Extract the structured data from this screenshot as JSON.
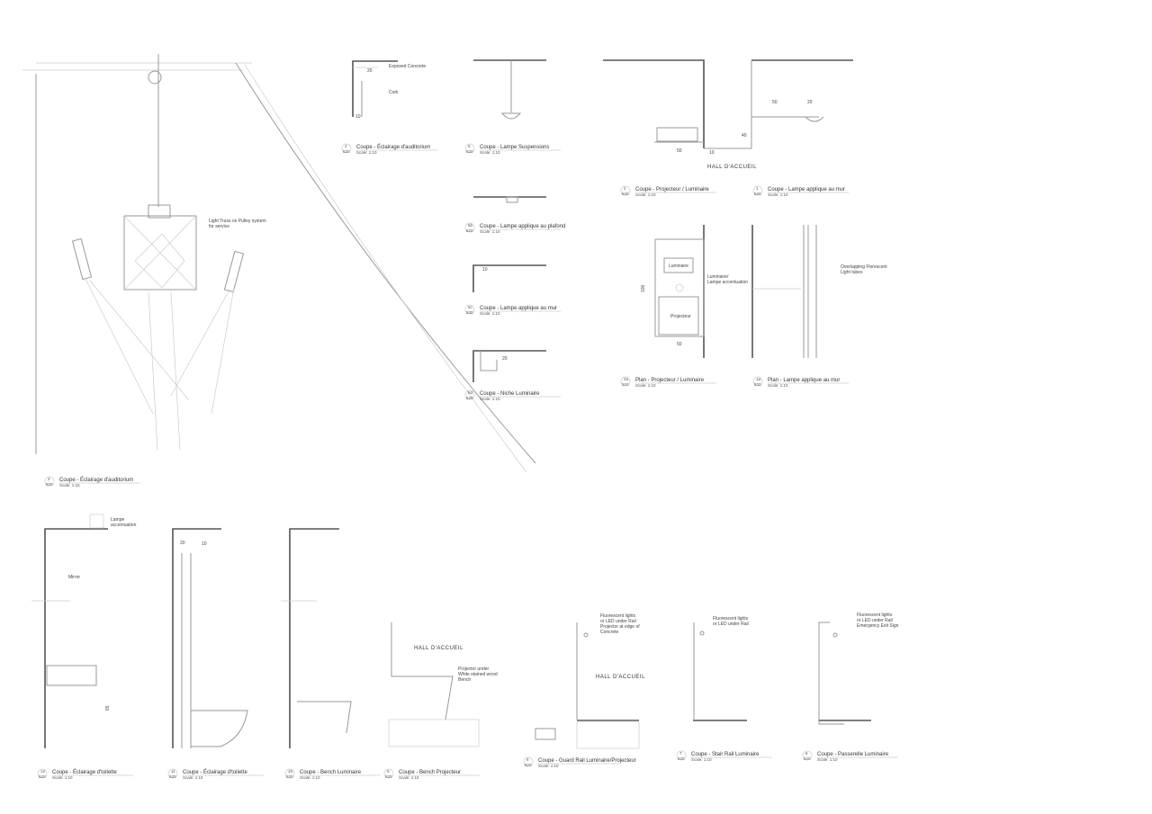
{
  "sheet_number": "520",
  "scale_label": "Scale: 1:10",
  "title_blocks": [
    {
      "num": "3",
      "title": "Coupe - Éclairage d'auditorium"
    },
    {
      "num": "4",
      "title": "Coupe - Éclairage d'auditorium"
    },
    {
      "num": "5",
      "title": "Coupe - Lampe Suspensions"
    },
    {
      "num": "5b",
      "title": "Coupe - Lampe applique au plafond"
    },
    {
      "num": "5c",
      "title": "Coupe - Lampe applique au mur"
    },
    {
      "num": "5d",
      "title": "Coupe - Niche Luminaire"
    },
    {
      "num": "2",
      "title": "Coupe - Projecteur / Luminaire"
    },
    {
      "num": "1",
      "title": "Coupe - Lampe applique au mur"
    },
    {
      "num": "2a",
      "title": "Plan - Projecteur / Luminaire"
    },
    {
      "num": "1a",
      "title": "Plan - Lampe applique au mur"
    },
    {
      "num": "12",
      "title": "Coupe - Éclairage d'toilette"
    },
    {
      "num": "11",
      "title": "Coupe - Éclairage d'toilette"
    },
    {
      "num": "10",
      "title": "Coupe - Bench Luminaire"
    },
    {
      "num": "9",
      "title": "Coupe - Bench Projecteur"
    },
    {
      "num": "8",
      "title": "Coupe - Guard Rail Luminaire/Projecteur"
    },
    {
      "num": "7",
      "title": "Coupe - Stair Rail Luminaire"
    },
    {
      "num": "6",
      "title": "Coupe - Passerelle Luminaire"
    }
  ],
  "annotations": {
    "truss": [
      "Light Truss on Pulley system",
      "for service"
    ],
    "exposed_concrete": "Exposed Concrete",
    "cork": "Cork",
    "hall1": "HALL  D'ACCUEIL",
    "hall2": "HALL  D'ACCUEIL",
    "hall3": "HALL  D'ACCUEIL",
    "luminaire": "Luminaire",
    "projecteur": "Projecteur",
    "lum_accent": [
      "Luminaire/",
      "Lampe accentuation"
    ],
    "fluor_tubes": [
      "Overlapping Florescent",
      "Light tubes"
    ],
    "lampe_accent": [
      "Lampe",
      "accentuation"
    ],
    "mirror": "Mirror",
    "projector_bench": [
      "Projector under",
      "White stained wood",
      "Bench"
    ],
    "rail8": [
      "Fluorescent lights",
      "or LED under Rail",
      "Projector at edge of",
      "Concrete"
    ],
    "rail7": [
      "Fluorescent lights",
      "or LED under Rail"
    ],
    "rail6": [
      "Fluorescent lights",
      "or LED under Rail",
      "Emergency Exit Sign"
    ]
  },
  "dimensions": {
    "d10": "10",
    "d20": "20",
    "d50": "50",
    "d40": "40",
    "d100": "100",
    "d65": "65"
  }
}
